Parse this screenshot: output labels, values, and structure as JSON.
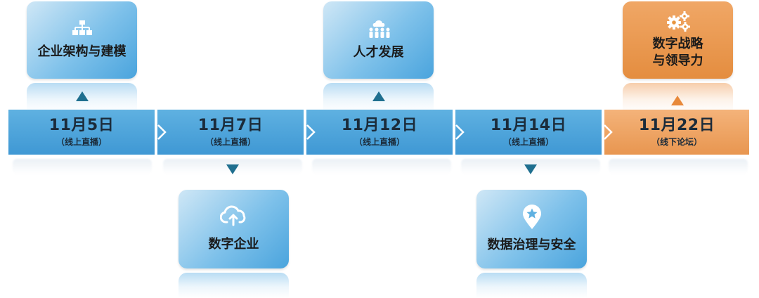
{
  "timeline": [
    {
      "date": "11月5日",
      "mode": "（线上直播）",
      "color": "blue"
    },
    {
      "date": "11月7日",
      "mode": "（线上直播）",
      "color": "blue"
    },
    {
      "date": "11月12日",
      "mode": "（线上直播）",
      "color": "blue"
    },
    {
      "date": "11月14日",
      "mode": "（线上直播）",
      "color": "blue"
    },
    {
      "date": "11月22日",
      "mode": "（线下论坛）",
      "color": "orange"
    }
  ],
  "cards": {
    "org_architecture": {
      "label": "企业架构与建模",
      "icon": "org-chart-icon"
    },
    "digital_enterprise": {
      "label": "数字企业",
      "icon": "cloud-upload-icon"
    },
    "talent_development": {
      "label": "人才发展",
      "icon": "people-group-icon"
    },
    "data_governance": {
      "label": "数据治理与安全",
      "icon": "location-star-icon"
    },
    "digital_strategy": {
      "label_line1": "数字战略",
      "label_line2": "与领导力",
      "icon": "gears-icon"
    }
  },
  "colors": {
    "timeline_blue": "#4aa3da",
    "timeline_orange": "#eea465",
    "triangle_teal": "#1f6f8f",
    "triangle_orange": "#e8893a"
  }
}
